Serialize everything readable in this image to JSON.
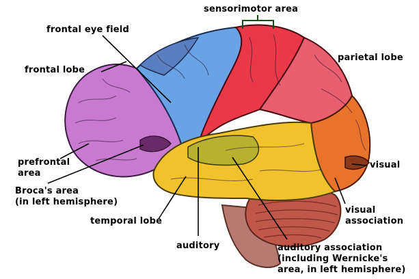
{
  "labels": {
    "sensorimotor_area": "sensorimotor area",
    "frontal_eye_field": "frontal eye field",
    "frontal_lobe": "frontal lobe",
    "parietal_lobe": "parietal lobe",
    "prefrontal_area": [
      "prefrontal",
      "area"
    ],
    "brocas_area": [
      "Broca's area",
      "(in left hemisphere)"
    ],
    "temporal_lobe": "temporal lobe",
    "auditory": "auditory",
    "auditory_association": [
      "auditory association",
      "(including Wernicke's",
      "area, in left hemisphere)"
    ],
    "visual": "visual",
    "visual_association": [
      "visual",
      "association"
    ]
  },
  "colors": {
    "frontal_lobe": "#c77ad0",
    "frontal_eye_field": "#5a7fc0",
    "motor_area": "#6aa2e6",
    "sensory_area": "#e8384a",
    "parietal_lobe": "#e86070",
    "occipital_lobe": "#e8742c",
    "temporal_lobe": "#f0c32c",
    "auditory_area": "#b8b030",
    "cerebellum": "#c0584a",
    "brainstem": "#b87a70",
    "leader_line": "#000000"
  }
}
